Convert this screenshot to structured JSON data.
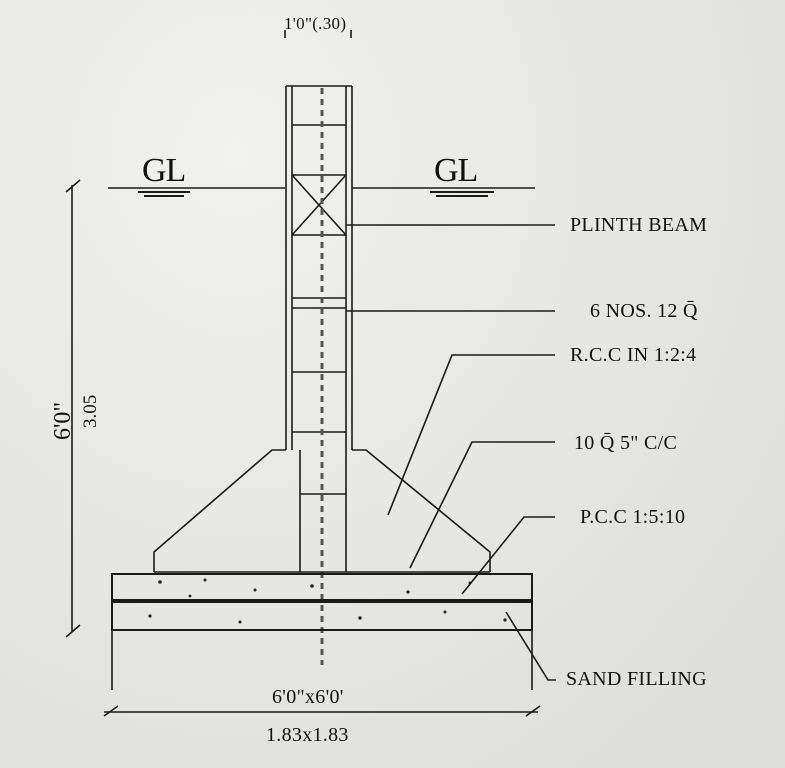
{
  "drawing": {
    "column_width_dim": "1'0\"(.30)",
    "ground_level_left": "GL",
    "ground_level_right": "GL",
    "height_dim_imperial": "6'0\"",
    "height_dim_metric": "3.05",
    "footing_size_imperial": "6'0\"x6'0'",
    "footing_size_metric": "1.83x1.83"
  },
  "callouts": {
    "plinth_beam": "PLINTH BEAM",
    "main_bars": "6 NOS. 12 Q̄",
    "rcc": "R.C.C IN 1:2:4",
    "bars_spacing": "10 Q̄ 5\" C/C",
    "pcc": "P.C.C 1:5:10",
    "sand_filling": "SAND FILLING"
  }
}
